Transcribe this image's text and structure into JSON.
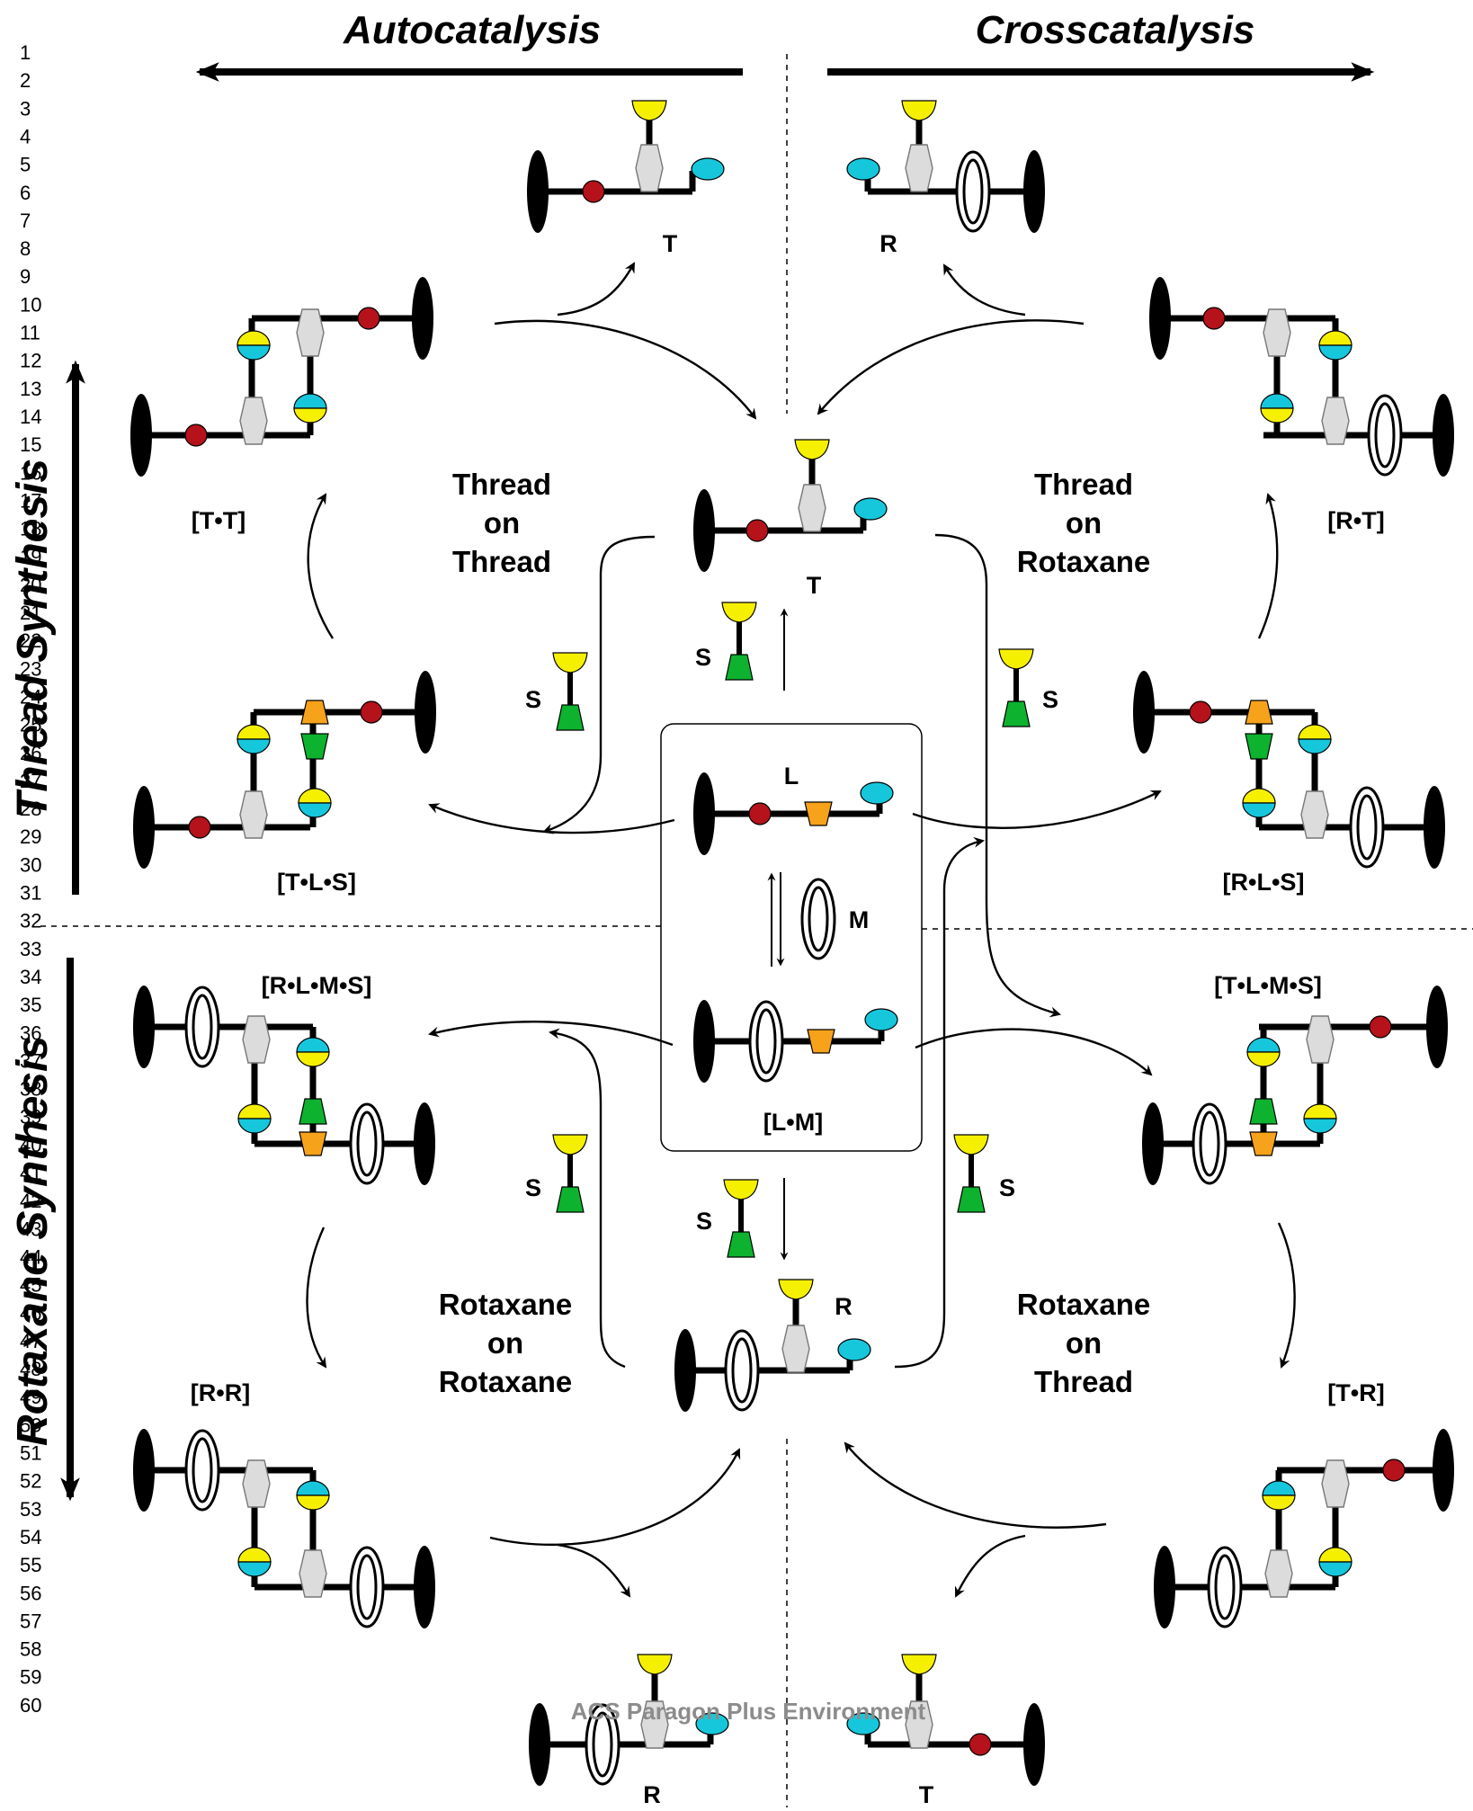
{
  "line_numbers": [
    "1",
    "2",
    "3",
    "4",
    "5",
    "6",
    "7",
    "8",
    "9",
    "10",
    "11",
    "12",
    "13",
    "14",
    "15",
    "16",
    "17",
    "18",
    "19",
    "20",
    "21",
    "22",
    "23",
    "24",
    "25",
    "26",
    "27",
    "28",
    "29",
    "30",
    "31",
    "32",
    "33",
    "34",
    "35",
    "36",
    "37",
    "38",
    "39",
    "40",
    "41",
    "42",
    "43",
    "44",
    "45",
    "46",
    "47",
    "48",
    "49",
    "50",
    "51",
    "52",
    "53",
    "54",
    "55",
    "56",
    "57",
    "58",
    "59",
    "60"
  ],
  "headers": {
    "left": "Autocatalysis",
    "right": "Crosscatalysis"
  },
  "side_labels": {
    "top": "Thread Synthesis",
    "bottom": "Rotaxane Synthesis"
  },
  "sections": {
    "thread_on_thread": [
      "Thread",
      "on",
      "Thread"
    ],
    "thread_on_rotaxane": [
      "Thread",
      "on",
      "Rotaxane"
    ],
    "rotaxane_on_rotaxane": [
      "Rotaxane",
      "on",
      "Rotaxane"
    ],
    "rotaxane_on_thread": [
      "Rotaxane",
      "on",
      "Thread"
    ]
  },
  "species": {
    "t_top_left": "T",
    "r_top_right": "R",
    "tt": "[T•T]",
    "rt": "[R•T]",
    "t_center": "T",
    "tls": "[T•L•S]",
    "rls": "[R•L•S]",
    "l": "L",
    "m": "M",
    "lm": "[L•M]",
    "rlms": "[R•L•M•S]",
    "tlms": "[T•L•M•S]",
    "rr": "[R•R]",
    "tr": "[T•R]",
    "r_center": "R",
    "r_bottom_left": "R",
    "t_bottom_right": "T",
    "s": "S"
  },
  "watermark": "ACS Paragon Plus Environment",
  "colors": {
    "red": "#b5121b",
    "cyan": "#16c7dc",
    "yellow": "#f5f000",
    "green": "#0db22e",
    "orange": "#f7a21b",
    "gray": "#dcdcdc"
  }
}
